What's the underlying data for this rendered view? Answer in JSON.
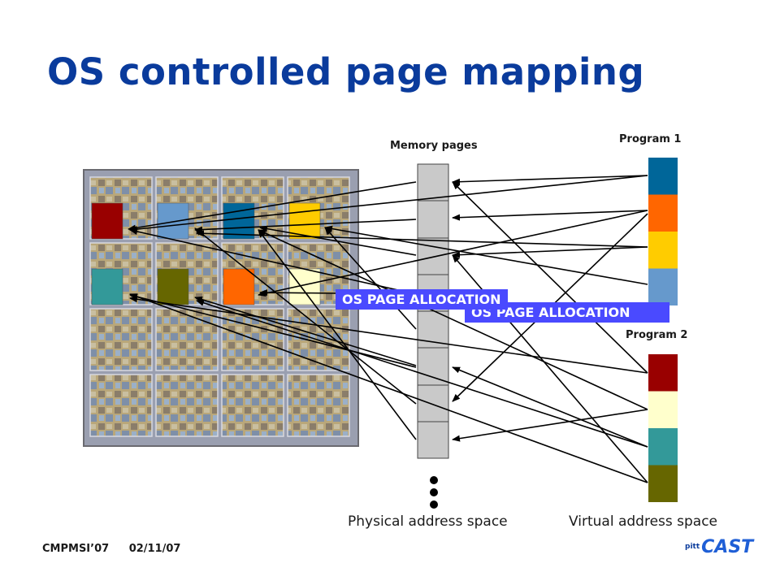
{
  "slide": {
    "title": "OS controlled page mapping",
    "memory_pages_label": "Memory pages",
    "program1_label": "Program 1",
    "program2_label": "Program 2",
    "os_allocation_label": "OS PAGE ALLOCATION",
    "physical_label": "Physical address space",
    "virtual_label": "Virtual address space",
    "footer_left": "CMPMSI’07",
    "footer_date": "02/11/07",
    "logo_small": "pitt",
    "logo_text": "CAST"
  },
  "colors": {
    "title": "#0a3b9c",
    "highlight": "#4a4aff",
    "program1_pages": [
      "#006699",
      "#ff6600",
      "#ffcc00",
      "#6699cc"
    ],
    "program2_pages": [
      "#990000",
      "#ffffcc",
      "#339999",
      "#666600"
    ],
    "tile_pages_row1": [
      "#990000",
      "#6699cc",
      "#006699",
      "#ffcc00"
    ],
    "tile_pages_row2": [
      "#339999",
      "#666600",
      "#ff6600",
      "#ffffcc"
    ]
  }
}
